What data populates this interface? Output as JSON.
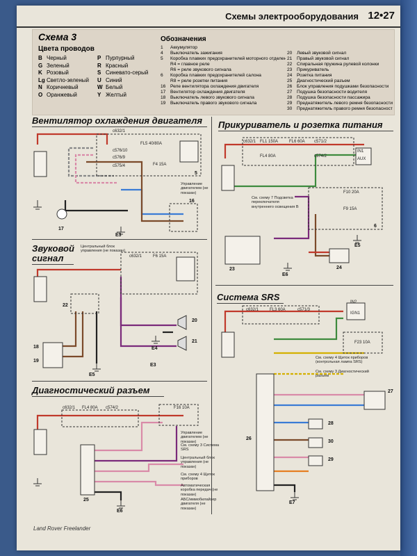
{
  "header": {
    "title": "Схемы электрооборудования",
    "page": "12•27"
  },
  "legend": {
    "scheme_title": "Схема 3",
    "colors_title": "Цвета проводов",
    "colors": [
      {
        "code": "B",
        "name": "Черный"
      },
      {
        "code": "P",
        "name": "Пурпурный"
      },
      {
        "code": "G",
        "name": "Зеленый"
      },
      {
        "code": "R",
        "name": "Красный"
      },
      {
        "code": "K",
        "name": "Розовый"
      },
      {
        "code": "S",
        "name": "Синевато-серый"
      },
      {
        "code": "Lg",
        "name": "Светло-зеленый"
      },
      {
        "code": "U",
        "name": "Синий"
      },
      {
        "code": "N",
        "name": "Коричневый"
      },
      {
        "code": "W",
        "name": "Белый"
      },
      {
        "code": "O",
        "name": "Оранжевый"
      },
      {
        "code": "Y",
        "name": "Желтый"
      }
    ],
    "designations_title": "Обозначения",
    "items_left": [
      {
        "n": "1",
        "t": "Аккумулятор"
      },
      {
        "n": "4",
        "t": "Выключатель зажигания"
      },
      {
        "n": "5",
        "t": "Коробка плавких предохранителей моторного отделения"
      },
      {
        "n": "",
        "t": "R4 = главное реле"
      },
      {
        "n": "",
        "t": "R6 = реле звукового сигнала"
      },
      {
        "n": "6",
        "t": "Коробка плавких предохранителей салона"
      },
      {
        "n": "",
        "t": "R8 = реле розетки питания"
      },
      {
        "n": "16",
        "t": "Реле вентилятора охлаждения двигателя"
      },
      {
        "n": "17",
        "t": "Вентилятор охлаждения двигателя"
      },
      {
        "n": "18",
        "t": "Выключатель левого звукового сигнала"
      },
      {
        "n": "19",
        "t": "Выключатель правого звукового сигнала"
      }
    ],
    "items_right": [
      {
        "n": "20",
        "t": "Левый звуковой сигнал"
      },
      {
        "n": "21",
        "t": "Правый звуковой сигнал"
      },
      {
        "n": "22",
        "t": "Спиральная пружина рулевой колонки"
      },
      {
        "n": "23",
        "t": "Прикуриватель"
      },
      {
        "n": "24",
        "t": "Розетка питания"
      },
      {
        "n": "25",
        "t": "Диагностический разъем"
      },
      {
        "n": "26",
        "t": "Блок управления подушками безопасности"
      },
      {
        "n": "27",
        "t": "Подушка безопасности водителя"
      },
      {
        "n": "28",
        "t": "Подушка безопасности пассажира"
      },
      {
        "n": "29",
        "t": "Преднатяжитель левого ремня безопасности"
      },
      {
        "n": "30",
        "t": "Преднатяжитель правого ремня безопасности"
      }
    ]
  },
  "sections": {
    "fan": "Вентилятор охлаждения двигателя",
    "lighter": "Прикуриватель и розетка питания",
    "horn_1": "Звуковой",
    "horn_2": "сигнал",
    "srs": "Система SRS",
    "diag": "Диагностический разъем"
  },
  "labels": {
    "fan_fuse": "FL5 40/80A",
    "fan_c1": "c632/1",
    "fan_c2": "c576/10",
    "fan_c3": "c576/9",
    "fan_c4": "c575/4",
    "fan_f": "F4 15A",
    "fan_note": "Управление двигателем (не показан)",
    "fan_e": "E3",
    "fan_17": "17",
    "fan_16": "16",
    "fan_5": "5",
    "li_c1": "c632/1",
    "li_f1": "FL1 150A",
    "li_f2": "FL6 60A",
    "li_f3": "FL4 80A",
    "li_c2": "c571/2",
    "li_c3": "c574/2",
    "li_ign": "IN1",
    "li_aux": "AUX",
    "li_note": "См. схему 7 Подсветка переключателя внутреннего освещения В",
    "li_f4": "F10 20A",
    "li_f5": "F9 15A",
    "li_e5": "E5",
    "li_e6": "E6",
    "li_23": "23",
    "li_24": "24",
    "li_6": "6",
    "horn_note": "Центральный блок управления (не показан)",
    "horn_f": "F6 15A",
    "horn_c": "c632/1",
    "horn_e4": "E4",
    "horn_e5": "E5",
    "horn_e3": "E3",
    "horn_20": "20",
    "horn_21": "21",
    "horn_22": "22",
    "horn_18": "18",
    "horn_19": "19",
    "srs_in2": "IN2",
    "srs_ign": "IGN1",
    "srs_f1": "FL3 60A",
    "srs_c1": "c632/1",
    "srs_c2": "c571/3",
    "srs_f2": "F23 10A",
    "srs_note1": "См. схему 4 Щиток приборов (контрольная лампа SRS)",
    "srs_note2": "См. схему 3 Диагностический разъем",
    "srs_26": "26",
    "srs_27": "27",
    "srs_28": "28",
    "srs_29": "29",
    "srs_30": "30",
    "srs_e7": "E7",
    "d_c1": "c632/1",
    "d_f": "FL4 80A",
    "d_c2": "c574/2",
    "d_f2": "F16 10A",
    "d_n1": "Управление двигателем (не показан)",
    "d_n2": "См. схему 3 Система SRS",
    "d_n3": "Центральный блок управления (не показан)",
    "d_n4": "См. схему 4 Щиток приборов",
    "d_n5": "Автоматическая коробка передач (не показан)",
    "d_n6": "АБС/иммобилайзер двигателя (не показан)",
    "d_25": "25",
    "d_e6": "E6"
  },
  "footer": "Land Rover Freelander",
  "wire_colors": {
    "red": "#c0392b",
    "black": "#222222",
    "blue": "#3a7bd5",
    "green": "#3d8a3d",
    "pink": "#d98aa8",
    "purple": "#7a2a7a",
    "yellow": "#d4b000",
    "grey": "#888888",
    "brown": "#7b4a2a"
  }
}
